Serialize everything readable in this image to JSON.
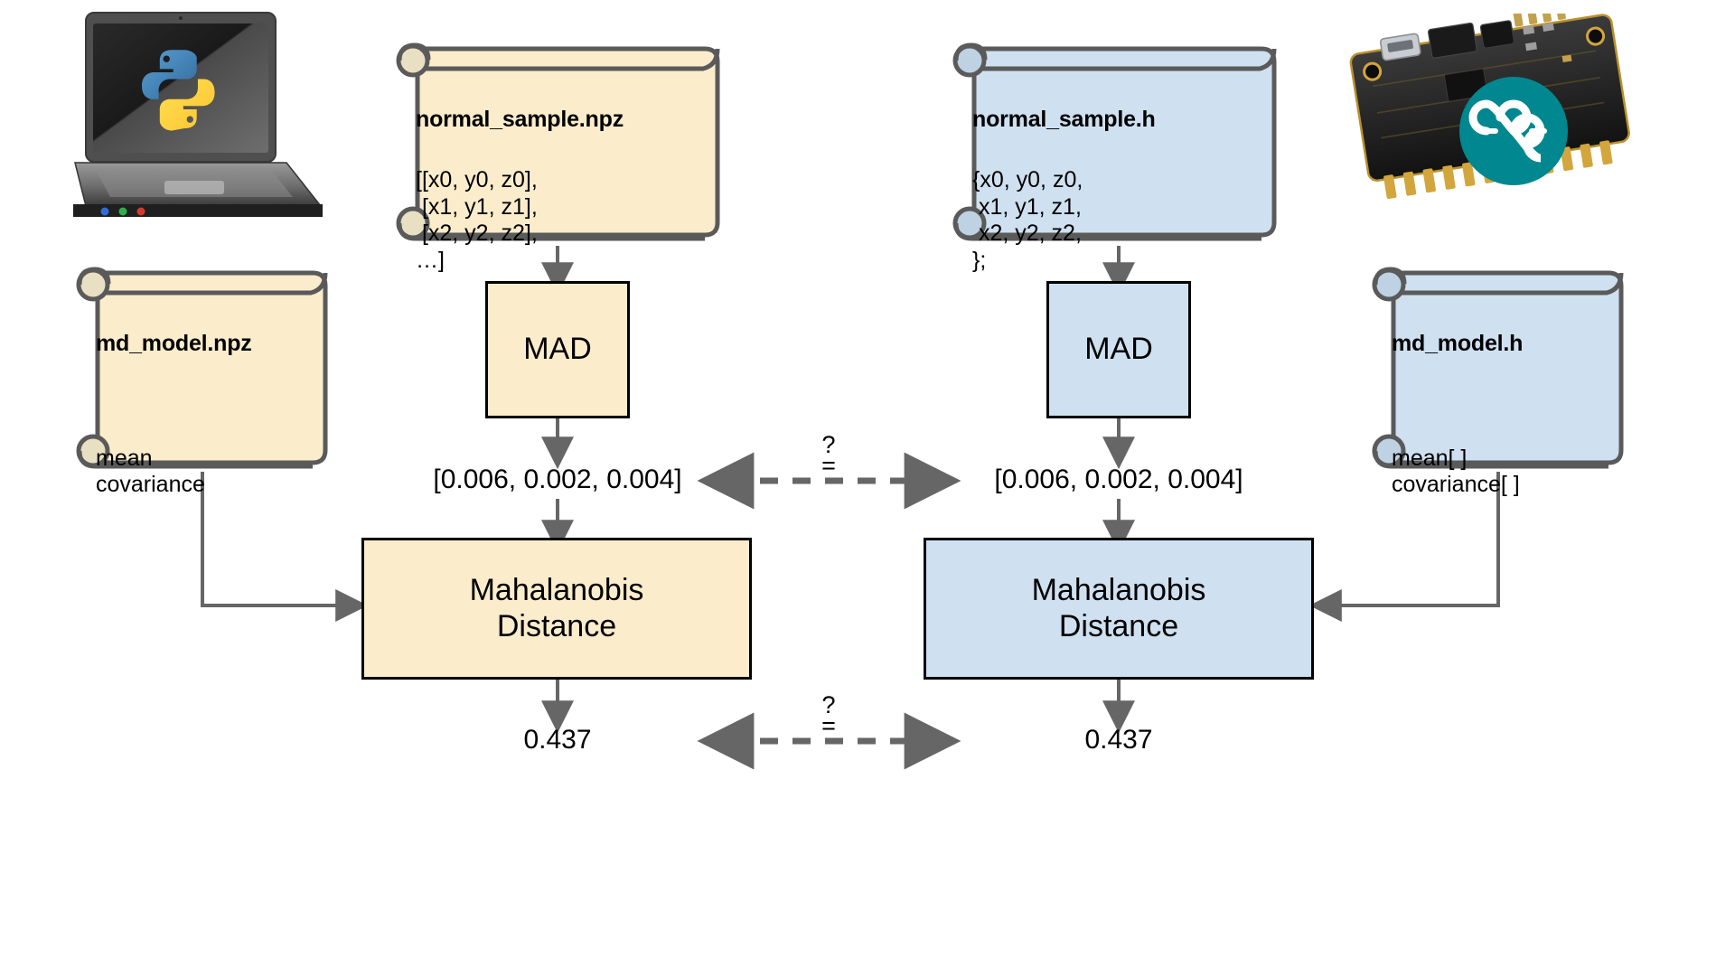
{
  "diagram": {
    "title": "MAD and Mahalanobis Distance cross-check between Python and Arduino",
    "colors": {
      "python_fill": "#fbeccc",
      "python_stroke": "#5a5a5a",
      "arduino_fill": "#cfe0f0",
      "arduino_stroke": "#5a5a5a",
      "box_stroke": "#000000",
      "arrow": "#666666",
      "background": "#ffffff"
    }
  },
  "left": {
    "platform_icon": "python-laptop-icon",
    "sample_note": {
      "title": "normal_sample.npz",
      "lines": "[[x0, y0, z0],\n [x1, y1, z1],\n [x2, y2, z2],\n…]"
    },
    "model_note": {
      "title": "md_model.npz",
      "lines": "mean\ncovariance"
    },
    "mad_box": "MAD",
    "mad_output": "[0.006, 0.002, 0.004]",
    "distance_box": "Mahalanobis\nDistance",
    "distance_output": "0.437"
  },
  "right": {
    "platform_icon": "arduino-board-icon",
    "sample_note": {
      "title": "normal_sample.h",
      "lines": "{x0, y0, z0,\n x1, y1, z1,\n x2, y2, z2,\n};"
    },
    "model_note": {
      "title": "md_model.h",
      "lines": "mean[ ]\ncovariance[ ]"
    },
    "mad_box": "MAD",
    "mad_output": "[0.006, 0.002, 0.004]",
    "distance_box": "Mahalanobis\nDistance",
    "distance_output": "0.437"
  },
  "comparisons": [
    {
      "name": "mad-output-comparison",
      "symbol": "?\n="
    },
    {
      "name": "distance-output-comparison",
      "symbol": "?\n="
    }
  ]
}
